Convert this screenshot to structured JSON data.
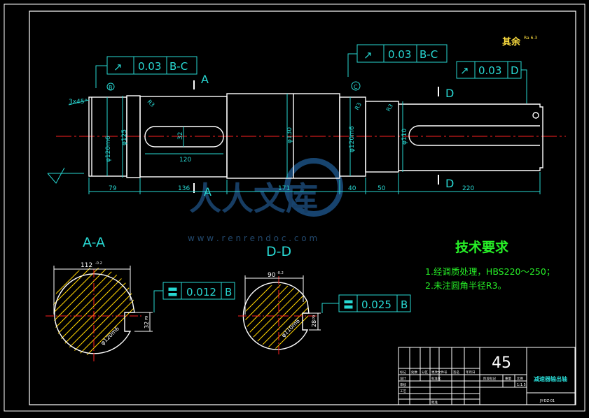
{
  "watermark": {
    "name": "人人文库",
    "url": "w w w . r e n r e n d o c . c o m"
  },
  "top_note": "其余",
  "roughness_general": "Ra 6.3",
  "section_labels": {
    "a_top": "A",
    "a_bottom": "A",
    "d_top": "D",
    "d_bottom": "D"
  },
  "tolerance_frames": [
    {
      "symbol": "↗",
      "value": "0.03",
      "datum": "B-C"
    },
    {
      "symbol": "↗",
      "value": "0.03",
      "datum": "B-C"
    },
    {
      "symbol": "↗",
      "value": "0.03",
      "datum": "D"
    }
  ],
  "datum_markers": {
    "b": "B",
    "c": "C"
  },
  "chamfer_note": "3x45°",
  "fillet_labels": [
    "R3",
    "R3",
    "R3"
  ],
  "diameters": {
    "left_journal": "φ120m6",
    "left_shoulder": "φ125",
    "keyway_width": "32",
    "center_collar": "φ130",
    "right_journal": "φ120m6",
    "right_step": "φ110"
  },
  "keyway_length": "120",
  "bottom_dims": [
    "79",
    "136",
    "171",
    "40",
    "50",
    "220"
  ],
  "sections": {
    "aa": {
      "title": "A-A",
      "width_dim": "112",
      "width_tol": "-0.2",
      "key_dim": "32",
      "key_tol": "P9",
      "dia_label": "φ120m6",
      "gt_symbol": "〓",
      "gt_value": "0.012",
      "gt_datum": "B"
    },
    "dd": {
      "title": "D-D",
      "width_dim": "90",
      "width_tol": "-0.2",
      "key_dim": "28",
      "key_tol": "P9",
      "dia_label": "φ110m6",
      "gt_symbol": "〓",
      "gt_value": "0.025",
      "gt_datum": "B"
    }
  },
  "tech_req": {
    "title": "技术要求",
    "items": [
      "1.经调质处理，HBS220～250；",
      "2.未注圆角半径R3。"
    ]
  },
  "title_block": {
    "material": "45",
    "part_name": "减速器输出轴",
    "scale": "1:1.5",
    "drawing_no": "JY-DZ-01",
    "row_labels": [
      "标记",
      "处数",
      "分区",
      "更改文件号",
      "签名",
      "年月日"
    ],
    "role_labels": [
      "设计",
      "审核",
      "工艺",
      "标准化",
      "批准"
    ],
    "stage_label": "阶段标记",
    "weight_label": "重量",
    "scale_label": "比例"
  },
  "colors": {
    "outline": "#ffffff",
    "dimension": "#28d7d2",
    "centerline": "#ff2020",
    "text_green": "#27f027",
    "hatch": "#ffd400",
    "label_yellow": "#ffe040"
  }
}
